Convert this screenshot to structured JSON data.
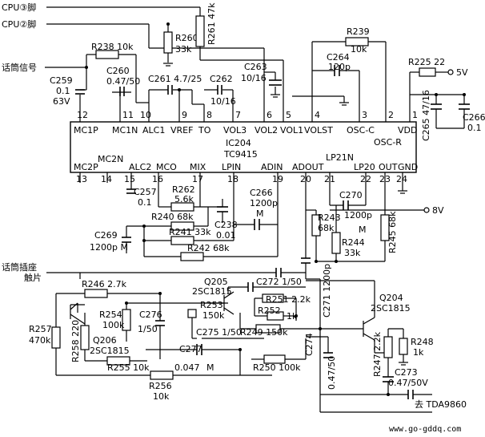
{
  "inputs": {
    "cpu3": "CPU③脚",
    "cpu2": "CPU②脚",
    "mic_signal": "话筒信号",
    "mic_jack": "话筒插座",
    "mic_jack2": "触片",
    "v5": "5V",
    "v8": "8V",
    "output": "去 TDA9860"
  },
  "ic": {
    "ref": "IC204",
    "part": "TC9415",
    "top_pins": {
      "12": "MC1P",
      "11": "MC1N",
      "10": "ALC1",
      "9": "VREF",
      "8": "TO",
      "7": "VOL3",
      "6": "VOL2",
      "5": "VOL1",
      "4": "VOLST",
      "3": "OSC-C",
      "2": "",
      "1": "VDD"
    },
    "top_pin_numbers": [
      "12",
      "11",
      "10",
      "9",
      "8",
      "7",
      "6",
      "5",
      "4",
      "3",
      "2",
      "1"
    ],
    "bottom_pins": {
      "13": "MC2P",
      "14": "",
      "15": "ALC2",
      "16": "MCO",
      "17": "MIX",
      "18": "LPIN",
      "19": "ADIN",
      "20": "ADOUT",
      "21": "",
      "22": "LP20",
      "23": "OUT",
      "24": "GND"
    },
    "bottom_pin_numbers": [
      "13",
      "14",
      "15",
      "16",
      "17",
      "18",
      "19",
      "20",
      "21",
      "22",
      "23",
      "24"
    ],
    "extra_labels": [
      "MC2N",
      "LP21N",
      "OSC-R"
    ]
  },
  "components": {
    "R238": "R238  10k",
    "R260": "R260",
    "R260v": "33k",
    "R261": "R261 47k",
    "R239": "R239",
    "R239v": "10k",
    "R225": "R225   22",
    "C259": "C259",
    "C259a": "0.1",
    "C259b": "63V",
    "C260": "C260",
    "C260v": "0.47/50",
    "C261": "C261 4.7/25",
    "C262": "C262",
    "C262v": "10/16",
    "C263": "C263",
    "C263v": "10/16",
    "C264": "C264",
    "C264v": "120p",
    "C265": "C265 47/16",
    "C266top": "C266",
    "C266topv": "0.1",
    "C257": "C257",
    "C257v": "0.1",
    "R262": "R262",
    "R262v": "5.6k",
    "R240": "R240  68k",
    "C238": "C238",
    "C238v": "0.01",
    "R241": "R241 33k",
    "R242": "R242   68k",
    "C269": "C269",
    "C269v": "1200p   M",
    "C266": "C266",
    "C266v": "1200p",
    "C266m": "M",
    "C270": "C270",
    "C270v": "1200p",
    "R243": "R243",
    "R243v": "68k",
    "M1": "M",
    "R244": "R244",
    "R244v": "33k",
    "R245": "R245 68k",
    "C271": "C271 1200p",
    "R246": "R246   2.7k",
    "R254": "R254",
    "R254v": "100k",
    "C276": "C276",
    "C276v": "1/50",
    "Q205": "Q205",
    "Q205v": "2SC1815",
    "C272": "C272  1/50",
    "R251": "R251  2.2k",
    "R253": "R253",
    "R253v": "150k",
    "R252": "R252",
    "R252v": "1k",
    "C275": "C275 1/50",
    "R249": "R249   150k",
    "R257": "R257",
    "R257v": "470k",
    "R258": "R258 220",
    "Q206": "Q206",
    "Q206v": "2SC1815",
    "C277": "C277",
    "R255": "R255   10k",
    "C277v": "0.047",
    "M2": "M",
    "R256": "R256",
    "R256v": "10k",
    "R250": "R250   100k",
    "C274": "C274",
    "C274v": "0.47/50",
    "Q204": "Q204",
    "Q204v": "2SC1815",
    "R247": "R247 2.2k",
    "R248": "R248",
    "R248v": "1k",
    "C273": "C273",
    "C273v": "0.47/50V"
  },
  "watermark": "www.go-gddq.com"
}
